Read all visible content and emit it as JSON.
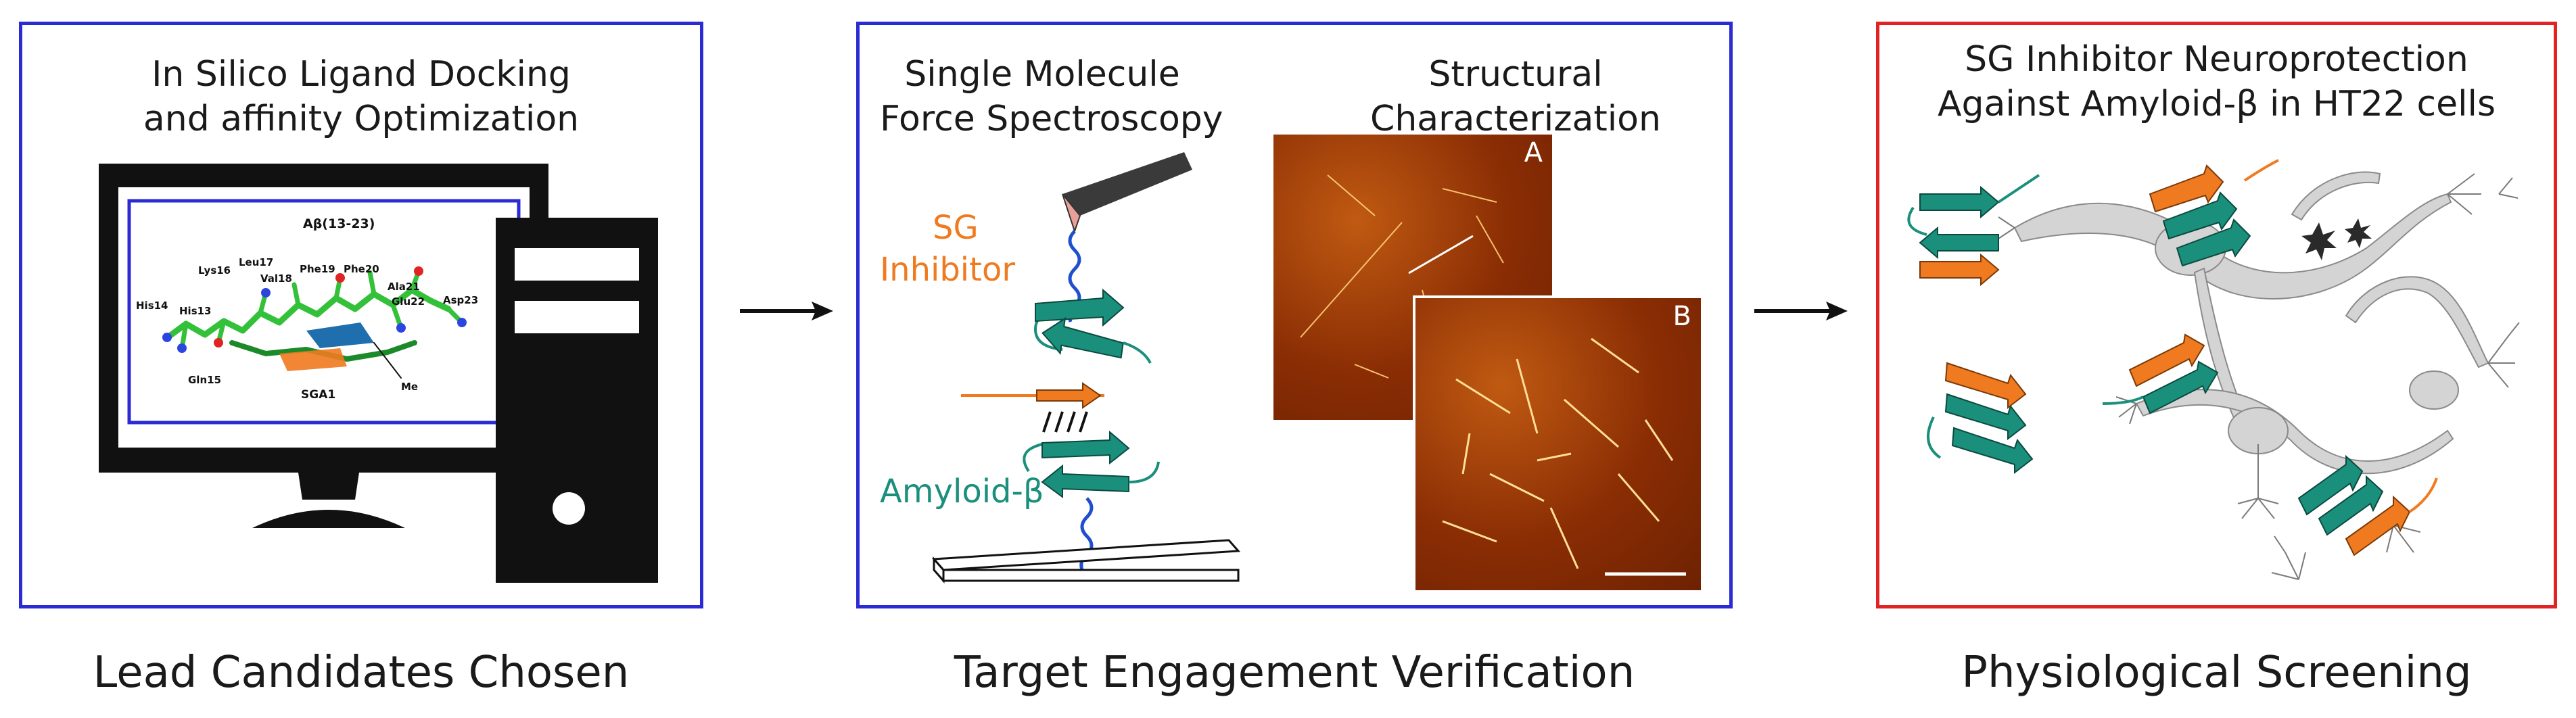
{
  "arrow_color": "#111111",
  "colors": {
    "panel_blue": "#2b2bd6",
    "panel_red": "#e02424",
    "teal_strand": "#1a8f7c",
    "orange_strand": "#f07a1f",
    "blue_linker": "#1f4fcf",
    "ligand_green": "#33c13a"
  },
  "panels": [
    {
      "title_lines": [
        "In Silico Ligand Docking",
        "and affinity Optimization"
      ],
      "caption": "Lead Candidates Chosen",
      "monitor_labels": {
        "peptide": "Aβ(13-23)",
        "residues": [
          "His14",
          "His13",
          "Lys16",
          "Leu17",
          "Val18",
          "Phe19",
          "Phe20",
          "Ala21",
          "Glu22",
          "Asp23",
          "Gln15"
        ],
        "ligand": "SGA1",
        "me": "Me"
      }
    },
    {
      "left_title_lines": [
        "Single Molecule",
        "Force Spectroscopy"
      ],
      "right_title_lines": [
        "Structural",
        "Characterization"
      ],
      "inhibitor_lines": [
        "SG",
        "Inhibitor"
      ],
      "amyloid_label": "Amyloid-β",
      "image_labels": [
        "A",
        "B"
      ],
      "caption": "Target Engagement Verification"
    },
    {
      "title_lines": [
        "SG Inhibitor Neuroprotection",
        "Against Amyloid-β in HT22 cells"
      ],
      "caption": "Physiological Screening"
    }
  ]
}
